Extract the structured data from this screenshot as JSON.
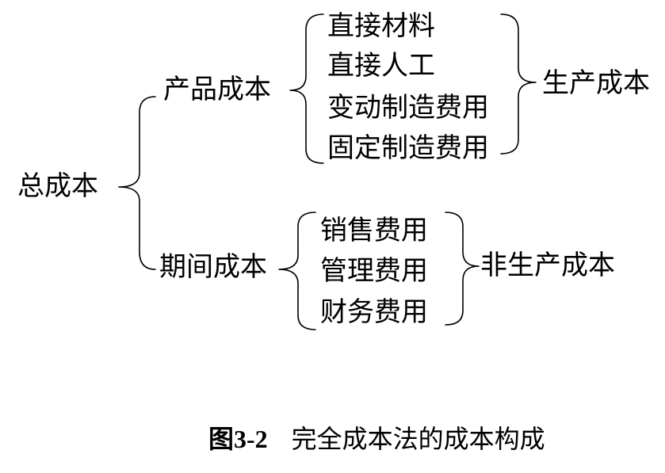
{
  "diagram": {
    "root": "总成本",
    "branches": [
      {
        "label": "产品成本",
        "items": [
          "直接材料",
          "直接人工",
          "变动制造费用",
          "固定制造费用"
        ],
        "group_label": "生产成本"
      },
      {
        "label": "期间成本",
        "items": [
          "销售费用",
          "管理费用",
          "财务费用"
        ],
        "group_label": "非生产成本"
      }
    ]
  },
  "caption": {
    "number": "图3-2",
    "text": "完全成本法的成本构成"
  },
  "colors": {
    "ink": "#000000",
    "background": "#ffffff"
  }
}
